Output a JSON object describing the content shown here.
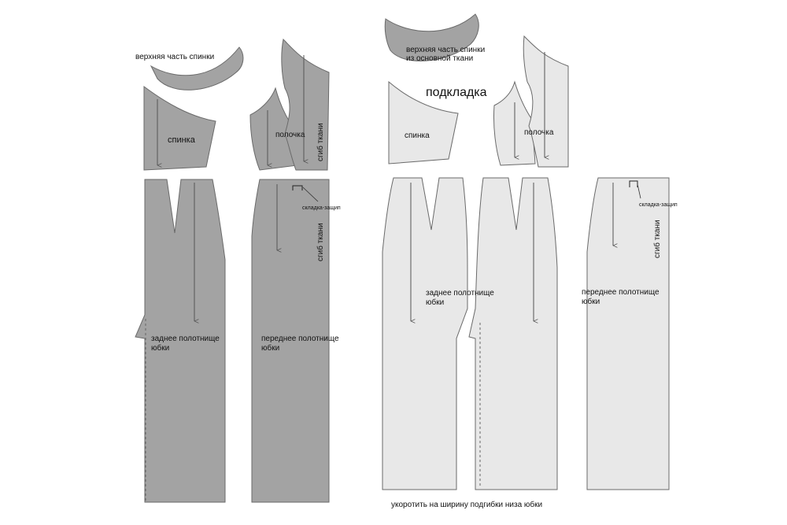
{
  "colors": {
    "main_fabric": "#a3a3a3",
    "lining": "#e8e8e8",
    "outline": "#6a6a6a"
  },
  "labels": {
    "back_yoke": "верхняя часть спинки",
    "back": "спинка",
    "front": "полочка",
    "fold": "сгиб ткани",
    "dart_pleat": "складка-защип",
    "back_skirt_line1": "заднее полотнище",
    "back_skirt_line2": "юбки",
    "front_skirt_line1": "переднее полотнище",
    "front_skirt_line2": "юбки",
    "yoke_main_line1": "верхняя часть спинки",
    "yoke_main_line2": "из основной ткани",
    "lining_title": "подкладка",
    "shorten_note": "укоротить на ширину подгибки низа юбки"
  }
}
